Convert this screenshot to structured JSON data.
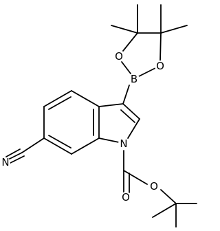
{
  "diagram": {
    "type": "skeletal-chemical-structure",
    "atoms": [
      {
        "id": "B",
        "label": "B"
      },
      {
        "id": "O_left",
        "label": "O"
      },
      {
        "id": "O_right",
        "label": "O"
      },
      {
        "id": "N_ring",
        "label": "N"
      },
      {
        "id": "N_nitrile",
        "label": "N"
      },
      {
        "id": "O_ester",
        "label": "O"
      },
      {
        "id": "O_carbonyl",
        "label": "O"
      }
    ]
  }
}
